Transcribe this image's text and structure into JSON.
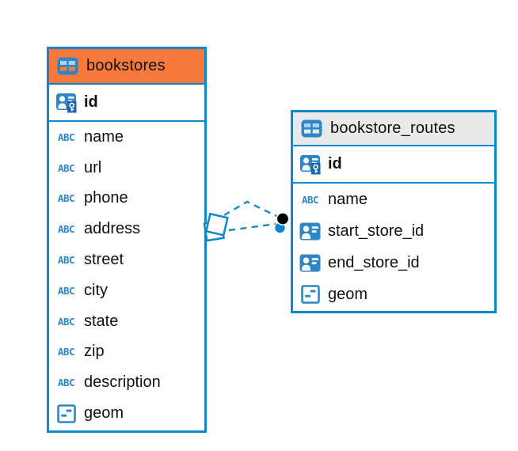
{
  "diagram": {
    "type": "entity-relationship",
    "connection": {
      "from_table": "bookstores",
      "to_table": "bookstore_routes",
      "line_style": "dashed",
      "line_color": "#0f88cb",
      "source_marker": "stacked-diamond",
      "target_marker": "black-and-blue-dots"
    }
  },
  "colors": {
    "accent_blue": "#0f88cb",
    "header_orange": "#f8793c",
    "header_gray": "#e9e9e9",
    "icon_blue": "#2e86c6",
    "icon_cell_blue": "#a9d3ef",
    "key_badge_blue": "#2065ad",
    "text_black": "#111111",
    "marker_black": "#000000"
  },
  "icons": {
    "abc_text": "ABC"
  },
  "tables": [
    {
      "name": "bookstores",
      "header_style": "orange",
      "header_icon": "table-icon",
      "primary_key": {
        "label": "id",
        "icon": "person-key-icon"
      },
      "columns": [
        {
          "label": "name",
          "icon": "text-abc-icon"
        },
        {
          "label": "url",
          "icon": "text-abc-icon"
        },
        {
          "label": "phone",
          "icon": "text-abc-icon"
        },
        {
          "label": "address",
          "icon": "text-abc-icon"
        },
        {
          "label": "street",
          "icon": "text-abc-icon"
        },
        {
          "label": "city",
          "icon": "text-abc-icon"
        },
        {
          "label": "state",
          "icon": "text-abc-icon"
        },
        {
          "label": "zip",
          "icon": "text-abc-icon"
        },
        {
          "label": "description",
          "icon": "text-abc-icon"
        },
        {
          "label": "geom",
          "icon": "geometry-icon"
        }
      ]
    },
    {
      "name": "bookstore_routes",
      "header_style": "gray",
      "header_icon": "table-icon",
      "primary_key": {
        "label": "id",
        "icon": "person-key-icon"
      },
      "columns": [
        {
          "label": "name",
          "icon": "text-abc-icon"
        },
        {
          "label": "start_store_id",
          "icon": "person-ref-icon"
        },
        {
          "label": "end_store_id",
          "icon": "person-ref-icon"
        },
        {
          "label": "geom",
          "icon": "geometry-icon"
        }
      ]
    }
  ]
}
